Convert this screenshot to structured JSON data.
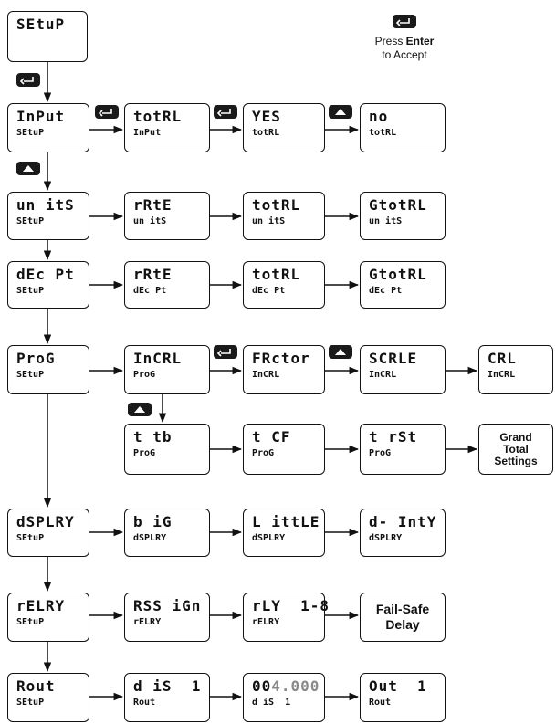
{
  "icons": {
    "enter_key": "enter-key-icon",
    "up_key": "up-arrow-key-icon"
  },
  "legend": {
    "press": "Press ",
    "enter": "Enter",
    "accept": "to Accept"
  },
  "nodes": {
    "setup": {
      "main": "SEtuP"
    },
    "input_setup": {
      "main": "InPut",
      "sub": "SEtuP"
    },
    "total_input": {
      "main": "totRL",
      "sub": "InPut"
    },
    "yes_total": {
      "main": "YES",
      "sub": "totRL"
    },
    "no_total": {
      "main": "no",
      "sub": "totRL"
    },
    "units_setup": {
      "main": "un itS",
      "sub": "SEtuP"
    },
    "rate_units": {
      "main": "rRtE",
      "sub": "un itS"
    },
    "total_units": {
      "main": "totRL",
      "sub": "un itS"
    },
    "gtotal_units": {
      "main": "GtotRL",
      "sub": "un itS"
    },
    "decpt_setup": {
      "main": "dEc Pt",
      "sub": "SEtuP"
    },
    "rate_decpt": {
      "main": "rRtE",
      "sub": "dEc Pt"
    },
    "total_decpt": {
      "main": "totRL",
      "sub": "dEc Pt"
    },
    "gtotal_decpt": {
      "main": "GtotRL",
      "sub": "dEc Pt"
    },
    "prog_setup": {
      "main": "ProG",
      "sub": "SEtuP"
    },
    "incal_prog": {
      "main": "InCRL",
      "sub": "ProG"
    },
    "factor_incal": {
      "main": "FRctor",
      "sub": "InCRL"
    },
    "scale_incal": {
      "main": "SCRLE",
      "sub": "InCRL"
    },
    "cal_incal": {
      "main": "CRL",
      "sub": "InCRL"
    },
    "ttb_prog": {
      "main": "t tb",
      "sub": "ProG"
    },
    "tcf_prog": {
      "main": "t CF",
      "sub": "ProG"
    },
    "trst_prog": {
      "main": "t rSt",
      "sub": "ProG"
    },
    "grand_total": {
      "lines": [
        "Grand",
        "Total",
        "Settings"
      ]
    },
    "display_setup": {
      "main": "dSPLRY",
      "sub": "SEtuP"
    },
    "big_display": {
      "main": "b iG",
      "sub": "dSPLRY"
    },
    "little_display": {
      "main": "L ittLE",
      "sub": "dSPLRY"
    },
    "dinty_display": {
      "main": "d- IntY",
      "sub": "dSPLRY"
    },
    "relay_setup": {
      "main": "rELRY",
      "sub": "SEtuP"
    },
    "assign_relay": {
      "main": "RSS iGn",
      "sub": "rELRY"
    },
    "rly_relay": {
      "main": "rLY  1-8",
      "sub": "rELRY"
    },
    "failsafe": {
      "lines": [
        "Fail-Safe",
        "Delay"
      ]
    },
    "aout_setup": {
      "main": "Rout",
      "sub": "SEtuP"
    },
    "dis1_aout": {
      "main": "d iS  1",
      "sub": "Rout"
    },
    "value_dis1": {
      "main_dark": "00",
      "main_gray": "4.000",
      "sub": "d iS  1"
    },
    "out1_aout": {
      "main": "Out  1",
      "sub": "Rout"
    }
  }
}
